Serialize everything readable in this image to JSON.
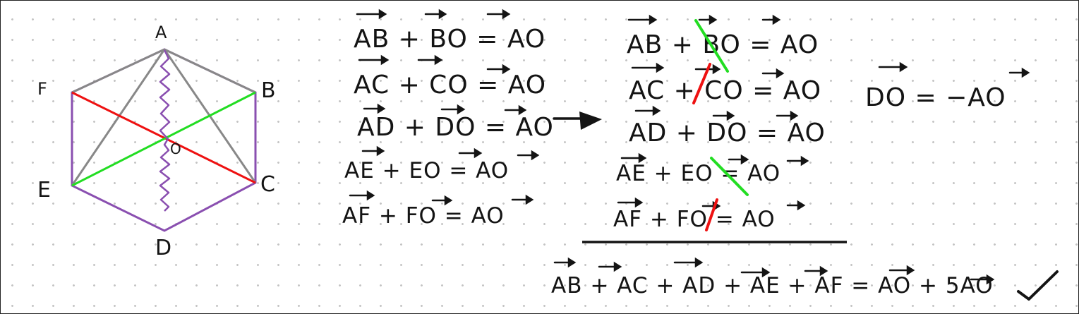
{
  "hexagon": {
    "labels": [
      "A",
      "B",
      "C",
      "D",
      "E",
      "F",
      "O"
    ],
    "colors": {
      "outline": "#8a4fb0",
      "red_diagonal": "#ee1111",
      "green_diagonal": "#22dd22",
      "gray_lines": "#888888",
      "wavy_line": "#8a4fb0"
    }
  },
  "left_equations": [
    "AB + BO = AO",
    "AC + CO = AO",
    "AD + DO = AO",
    "AE  +  EO  = AO",
    "AF  +  FO  = AO"
  ],
  "right_equations": [
    "AB + BO = AO",
    "AC + CO = AO",
    "AD + DO = AO",
    "AE  +  EO  = AO",
    "AF  +  FO  = AO"
  ],
  "side_equation": "DO  =  −AO",
  "sum_equation": "AB + AC + AD + AE  + AF  =  AO + 5AO",
  "strike_colors": {
    "green": "#22dd22",
    "red": "#ee1111"
  },
  "icons": [
    "implies-arrow-icon",
    "checkmark-icon"
  ]
}
